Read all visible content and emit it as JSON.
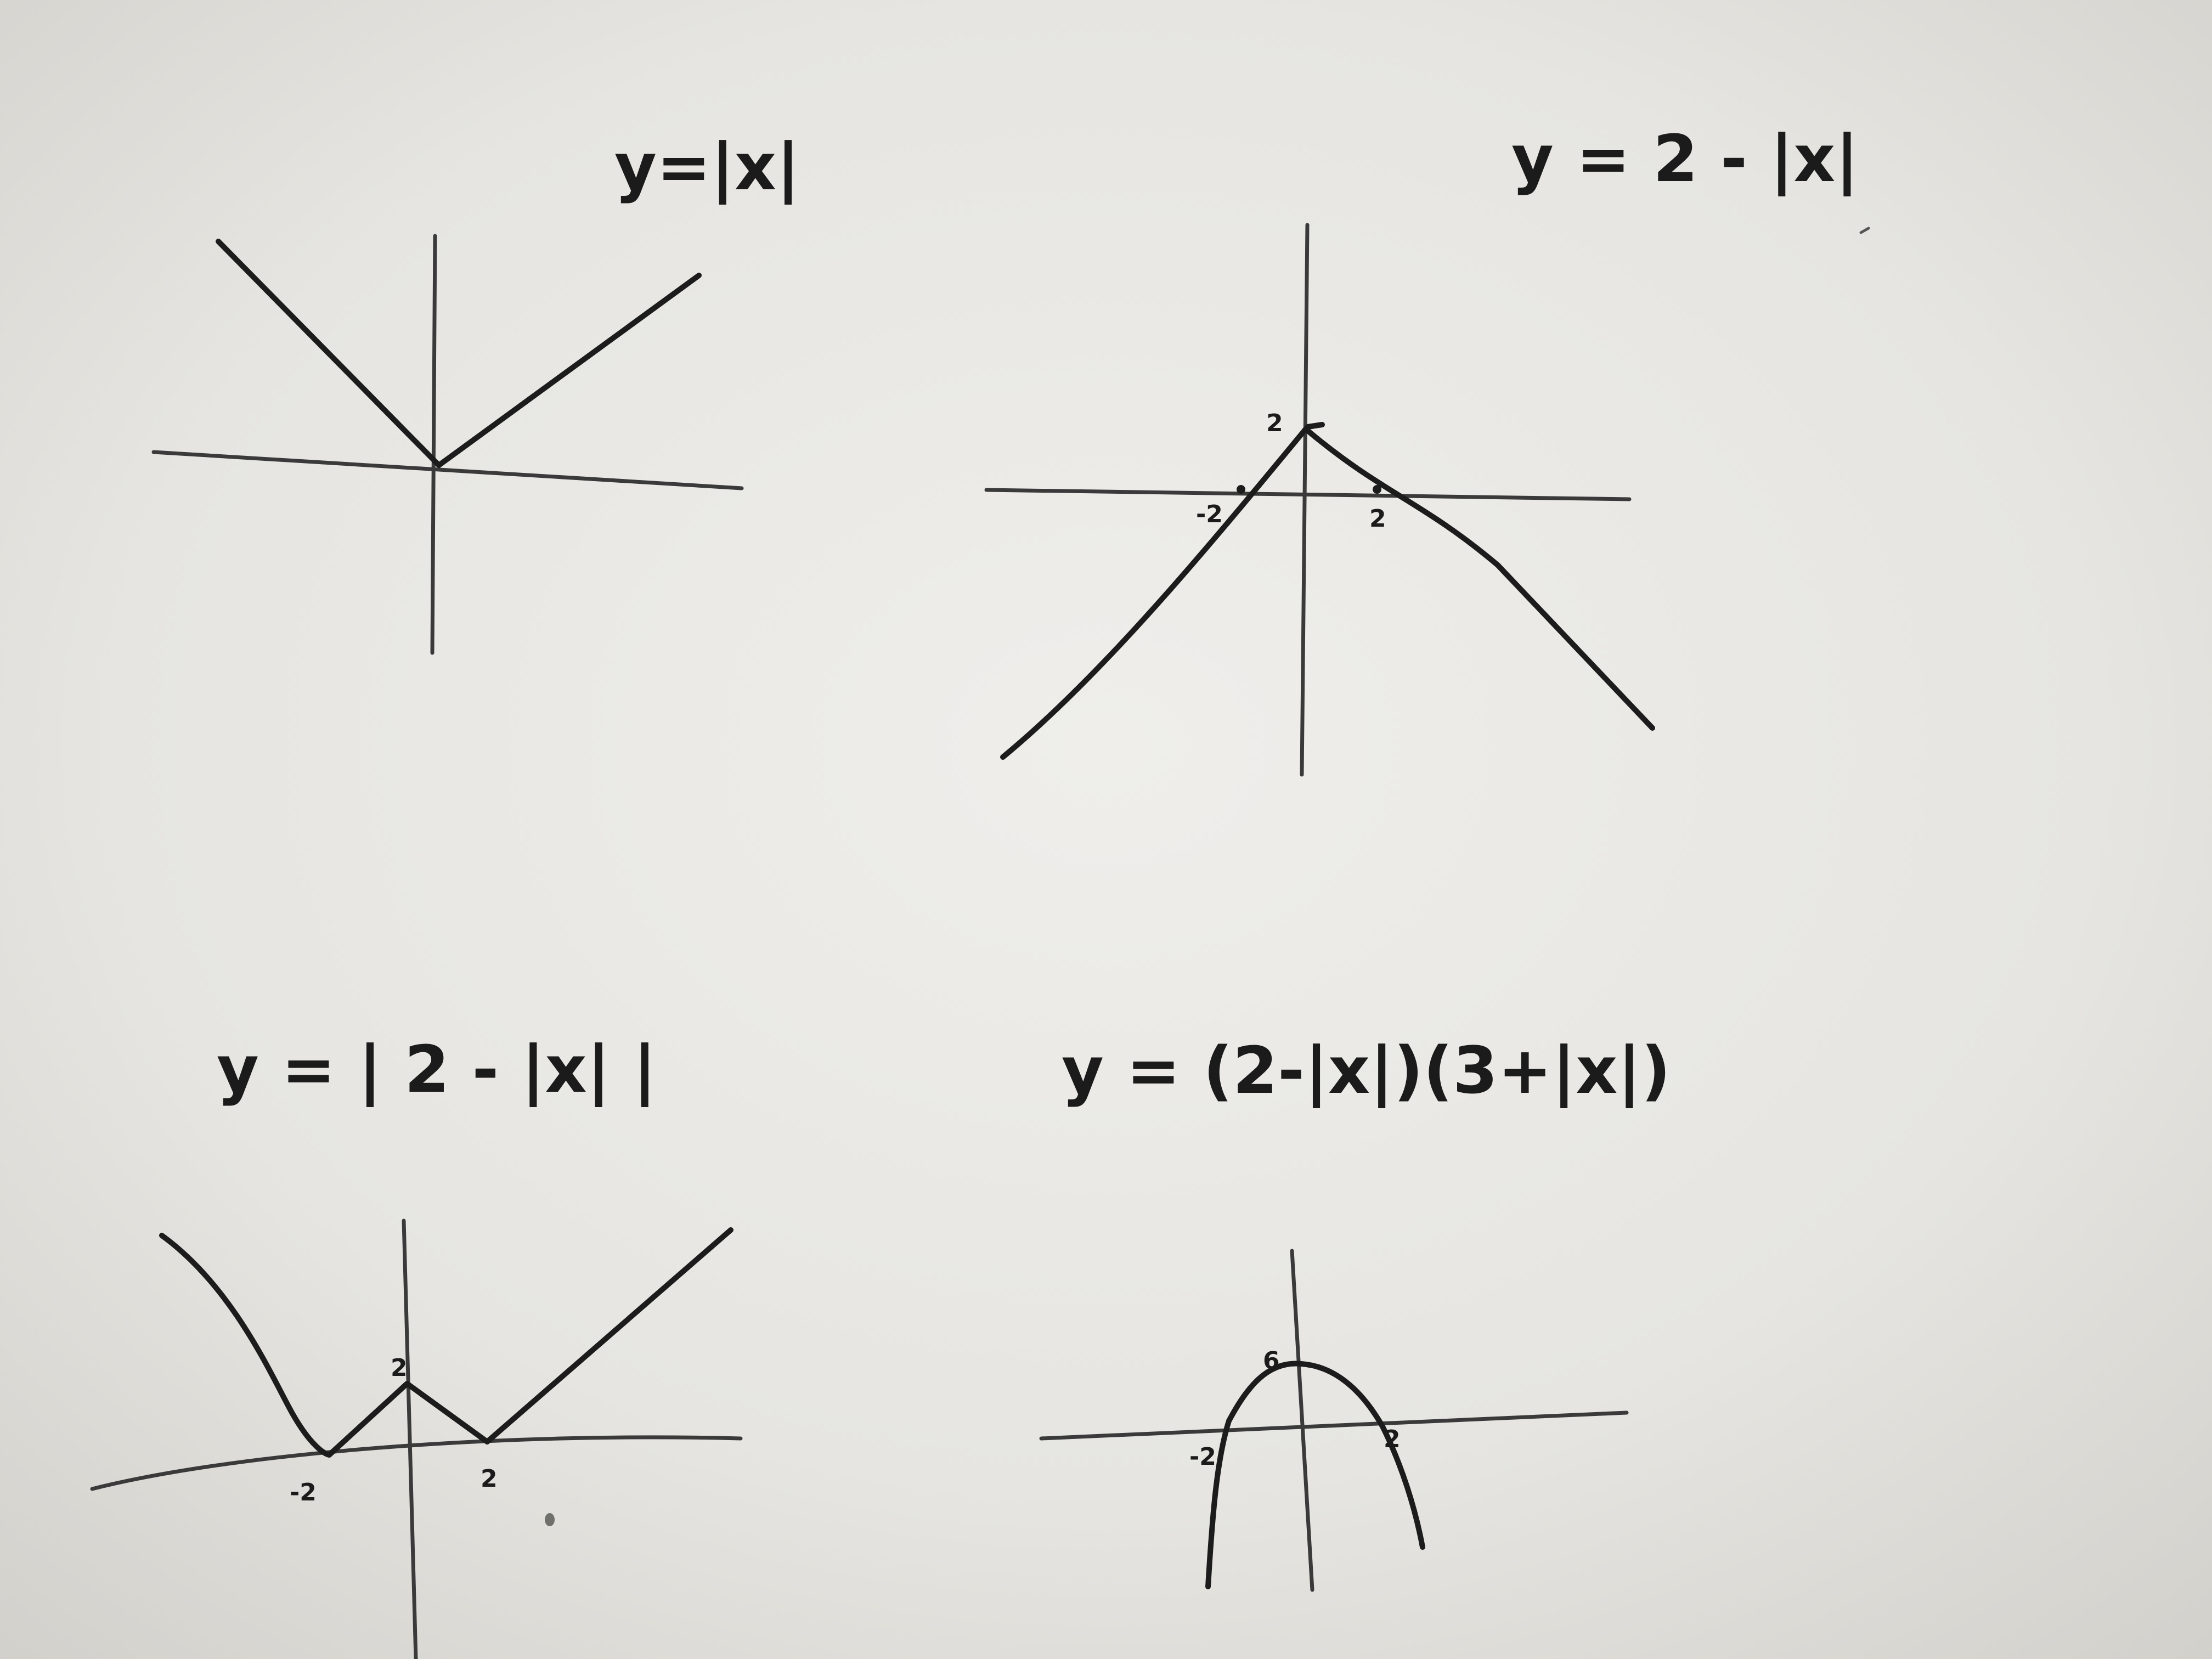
{
  "colors": {
    "board": "#e8e7e3",
    "ink": "#1c1c1c"
  },
  "graphs": [
    {
      "equation": "y=|x|",
      "labels": []
    },
    {
      "equation": "y = 2 - |x|",
      "labels": [
        "2",
        "-2",
        "2"
      ]
    },
    {
      "equation": "y = | 2 - |x| |",
      "labels": [
        "2",
        "-2",
        "2"
      ]
    },
    {
      "equation": "y = (2-|x|)(3+|x|)",
      "labels": [
        "6",
        "-2",
        "2"
      ]
    }
  ]
}
